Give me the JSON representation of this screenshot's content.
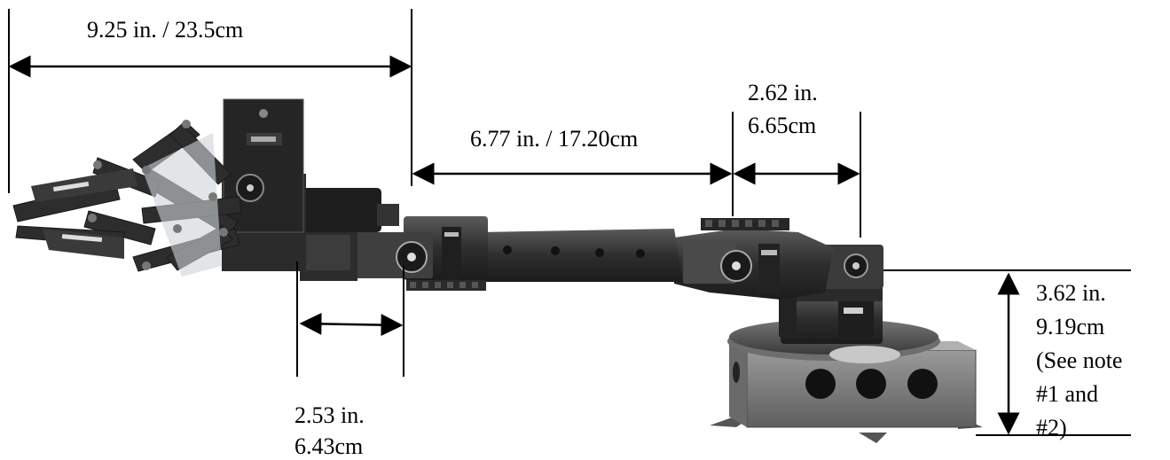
{
  "dimensions": {
    "overall_reach": "9.25 in. / 23.5cm",
    "upper_arm": "6.77 in. / 17.20cm",
    "forearm_inches": "2.62 in.",
    "forearm_cm": "6.65cm",
    "wrist_inches": "2.53 in.",
    "wrist_cm": "6.43cm",
    "base_height_lines": [
      "3.62 in.",
      "9.19cm",
      "(See note",
      "#1 and",
      "#2)"
    ]
  },
  "colors": {
    "ink": "#000000",
    "metal_dark": "#2b2b2b",
    "metal_mid": "#4a4a4a",
    "metal_light": "#8a8a8a"
  }
}
